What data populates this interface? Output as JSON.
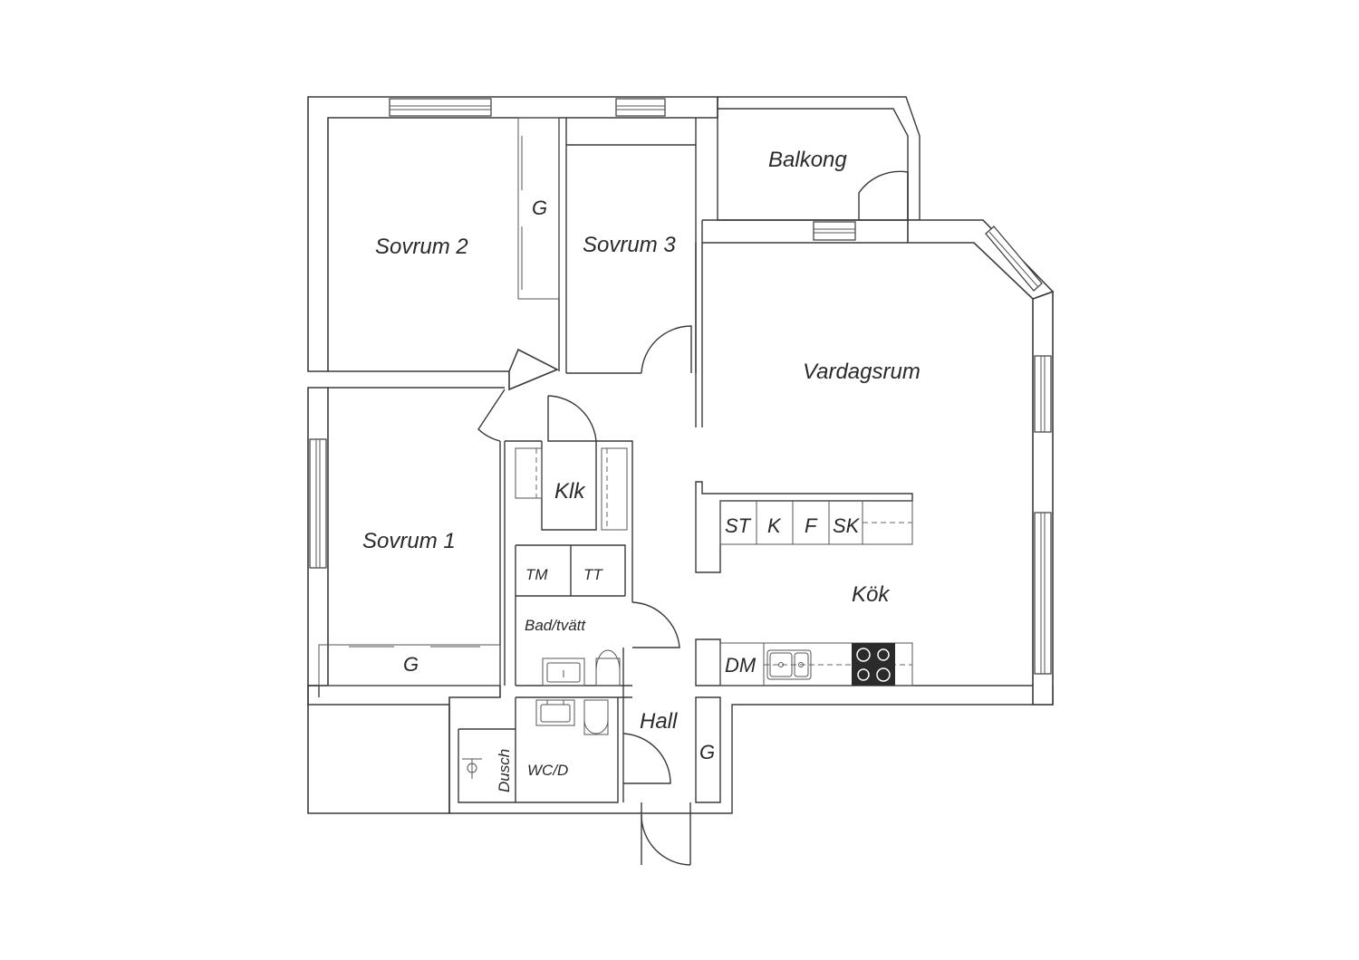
{
  "rooms": {
    "balkong": "Balkong",
    "sovrum2": "Sovrum 2",
    "sovrum3": "Sovrum 3",
    "sovrum1": "Sovrum 1",
    "vardagsrum": "Vardagsrum",
    "klk": "Klk",
    "kok": "Kök",
    "bad": "Bad/tvätt",
    "wc": "WC/D",
    "dusch": "Dusch",
    "hall": "Hall"
  },
  "fixtures": {
    "g_sovrum2": "G",
    "g_sovrum1": "G",
    "g_hall": "G",
    "st": "ST",
    "k": "K",
    "f": "F",
    "sk": "SK",
    "tm": "TM",
    "tt": "TT",
    "dm": "DM"
  },
  "colors": {
    "wall": "#3a3a3a",
    "stove": "#2b2b2b"
  }
}
